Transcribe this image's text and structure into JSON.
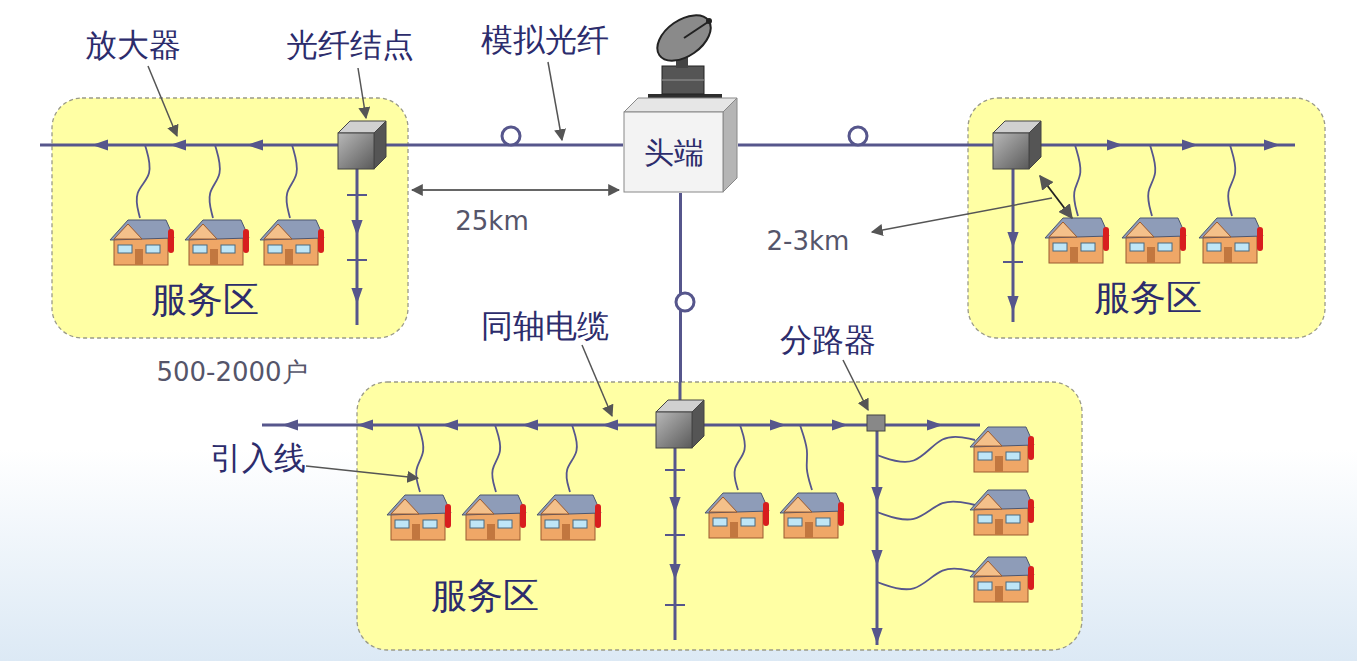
{
  "diagram": {
    "nodes": [
      {
        "text": [
          "服务区"
        ]
      },
      {
        "text": [
          "头端"
        ]
      },
      {
        "text": [
          "服务区"
        ]
      },
      {
        "text": [
          "服务区"
        ]
      }
    ],
    "edges": [
      {
        "from": 1,
        "to": 0,
        "arrow": "none"
      },
      {
        "from": 1,
        "to": 2,
        "arrow": "none"
      },
      {
        "from": 1,
        "to": 3,
        "arrow": "none"
      }
    ],
    "labels": [
      "放大器",
      "光纤结点",
      "模拟光纤",
      "25km",
      "2-3km",
      "500-2000户",
      "同轴电缆",
      "分路器",
      "引入线"
    ]
  }
}
